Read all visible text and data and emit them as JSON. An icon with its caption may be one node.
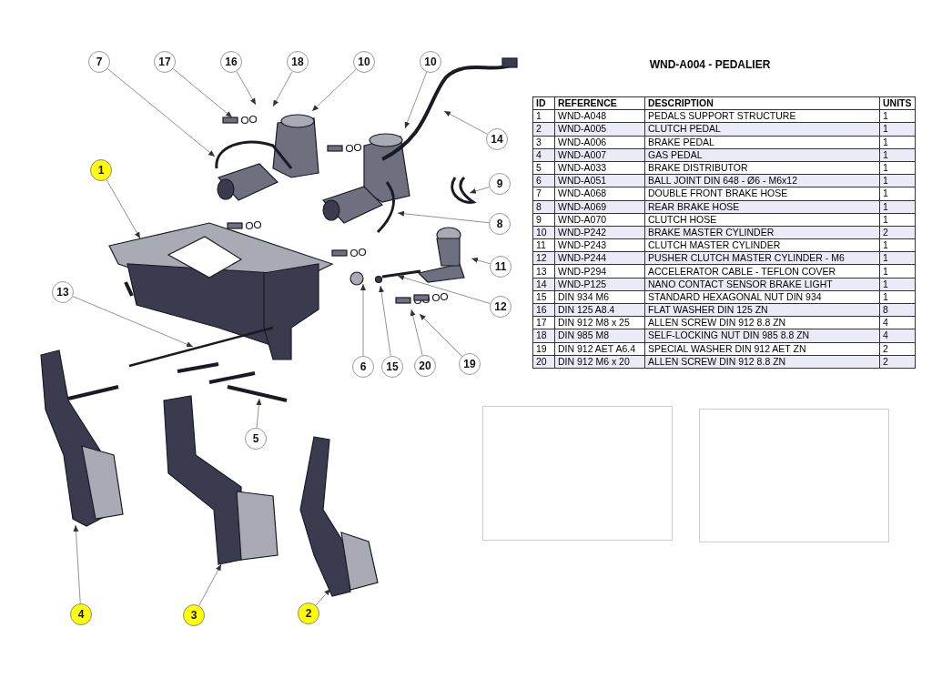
{
  "diagram": {
    "title": "WND-A004 - PEDALIER",
    "nodes": [
      {
        "text": [
          "7"
        ]
      },
      {
        "text": [
          "17"
        ]
      },
      {
        "text": [
          "16"
        ]
      },
      {
        "text": [
          "18"
        ]
      },
      {
        "text": [
          "10"
        ]
      },
      {
        "text": [
          "10"
        ]
      },
      {
        "text": [
          "14"
        ]
      },
      {
        "text": [
          "9"
        ]
      },
      {
        "text": [
          "8"
        ]
      },
      {
        "text": [
          "11"
        ]
      },
      {
        "text": [
          "12"
        ]
      },
      {
        "text": [
          "1"
        ]
      },
      {
        "text": [
          "13"
        ]
      },
      {
        "text": [
          "6"
        ]
      },
      {
        "text": [
          "15"
        ]
      },
      {
        "text": [
          "20"
        ]
      },
      {
        "text": [
          "19"
        ]
      },
      {
        "text": [
          "5"
        ]
      },
      {
        "text": [
          "4"
        ]
      },
      {
        "text": [
          "3"
        ]
      },
      {
        "text": [
          "2"
        ]
      }
    ],
    "edges": [
      {
        "from": 0,
        "to": null,
        "arrow": "to"
      },
      {
        "from": 1,
        "to": null,
        "arrow": "to"
      },
      {
        "from": 2,
        "to": null,
        "arrow": "to"
      },
      {
        "from": 3,
        "to": null,
        "arrow": "to"
      },
      {
        "from": 4,
        "to": null,
        "arrow": "to"
      },
      {
        "from": 5,
        "to": null,
        "arrow": "to"
      },
      {
        "from": 6,
        "to": null,
        "arrow": "to"
      },
      {
        "from": 7,
        "to": null,
        "arrow": "to"
      },
      {
        "from": 8,
        "to": null,
        "arrow": "to"
      },
      {
        "from": 9,
        "to": null,
        "arrow": "to"
      },
      {
        "from": 10,
        "to": null,
        "arrow": "to"
      },
      {
        "from": 11,
        "to": null,
        "arrow": "to"
      },
      {
        "from": 12,
        "to": null,
        "arrow": "to"
      },
      {
        "from": 13,
        "to": null,
        "arrow": "to"
      },
      {
        "from": 14,
        "to": null,
        "arrow": "to"
      },
      {
        "from": 15,
        "to": null,
        "arrow": "to"
      },
      {
        "from": 16,
        "to": null,
        "arrow": "to"
      },
      {
        "from": 17,
        "to": null,
        "arrow": "to"
      },
      {
        "from": 18,
        "to": null,
        "arrow": "to"
      },
      {
        "from": 19,
        "to": null,
        "arrow": "to"
      },
      {
        "from": 20,
        "to": null,
        "arrow": "to"
      }
    ],
    "labels": [
      "ID",
      "REFERENCE",
      "DESCRIPTION",
      "UNITS",
      "1",
      "WND-A048",
      "PEDALS SUPPORT STRUCTURE",
      "1",
      "2",
      "WND-A005",
      "CLUTCH PEDAL",
      "1",
      "3",
      "WND-A006",
      "BRAKE PEDAL",
      "1",
      "4",
      "WND-A007",
      "GAS PEDAL",
      "1",
      "5",
      "WND-A033",
      "BRAKE DISTRIBUTOR",
      "1",
      "6",
      "WND-A051",
      "BALL JOINT DIN 648 - Ø6 - M6x12",
      "1",
      "7",
      "WND-A068",
      "DOUBLE FRONT BRAKE HOSE",
      "1",
      "8",
      "WND-A069",
      "REAR BRAKE HOSE",
      "1",
      "9",
      "WND-A070",
      "CLUTCH HOSE",
      "1",
      "10",
      "WND-P242",
      "BRAKE MASTER CYLINDER",
      "2",
      "11",
      "WND-P243",
      "CLUTCH MASTER CYLINDER",
      "1",
      "12",
      "WND-P244",
      "PUSHER CLUTCH MASTER CYLINDER - M6",
      "1",
      "13",
      "WND-P294",
      "ACCELERATOR CABLE - TEFLON COVER",
      "1",
      "14",
      "WND-P125",
      "NANO CONTACT SENSOR BRAKE LIGHT",
      "1",
      "15",
      "DIN 934 M6",
      "STANDARD HEXAGONAL NUT DIN 934",
      "1",
      "16",
      "DIN 125 A8.4",
      "FLAT WASHER DIN 125 ZN",
      "8",
      "17",
      "DIN 912 M8 x 25",
      "ALLEN SCREW  DIN 912 8.8 ZN",
      "4",
      "18",
      "DIN 985 M8",
      "SELF-LOCKING NUT  DIN 985 8.8 ZN",
      "4",
      "19",
      "DIN 912 AET A6.4",
      "SPECIAL WASHER DIN 912 AET ZN",
      "2",
      "20",
      "DIN 912 M6 x 20",
      "ALLEN SCREW  DIN 912 8.8 ZN",
      "2"
    ]
  }
}
